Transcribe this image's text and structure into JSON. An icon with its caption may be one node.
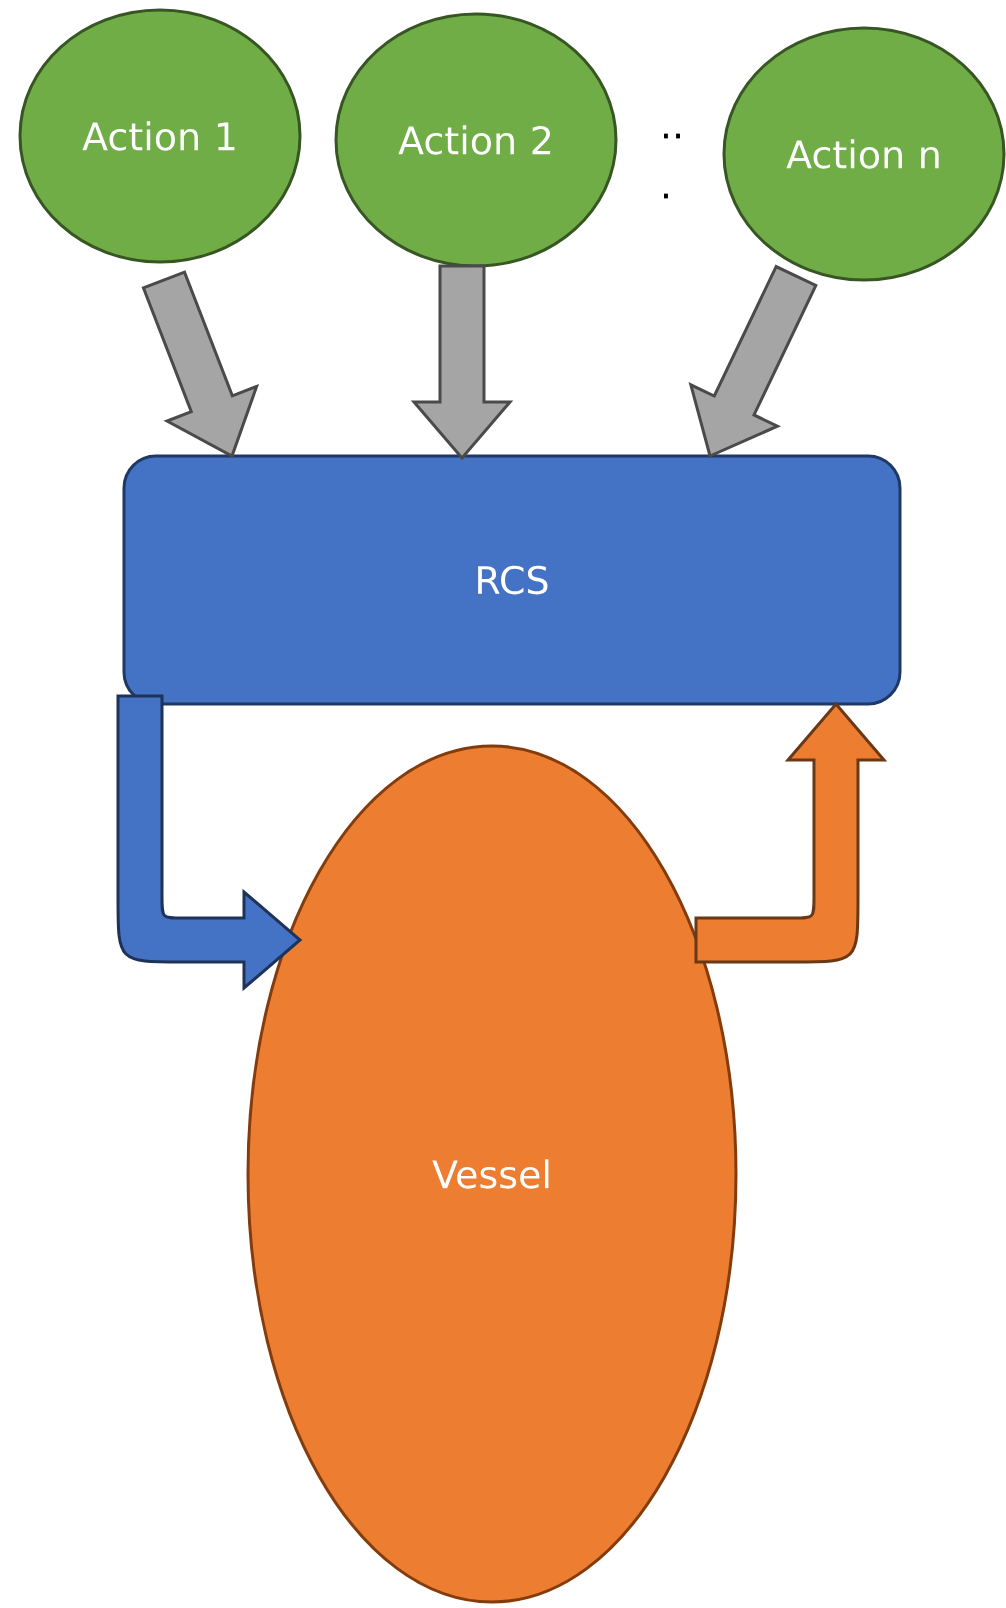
{
  "diagram": {
    "nodes": [
      {
        "text": [
          "Action 1"
        ]
      },
      {
        "text": [
          "Action 2"
        ]
      },
      {
        "text": [
          "Action n"
        ]
      },
      {
        "text": [
          "RCS"
        ]
      },
      {
        "text": [
          "Vessel"
        ]
      }
    ],
    "edges": [
      {
        "from": 0,
        "to": 3,
        "arrow": "to"
      },
      {
        "from": 1,
        "to": 3,
        "arrow": "to"
      },
      {
        "from": 2,
        "to": 3,
        "arrow": "to"
      },
      {
        "from": 3,
        "to": 4,
        "arrow": "to",
        "color": "#4472c4"
      },
      {
        "from": 4,
        "to": 3,
        "arrow": "to",
        "color": "#ed7d31"
      }
    ],
    "labels": [
      "..",
      "."
    ]
  }
}
